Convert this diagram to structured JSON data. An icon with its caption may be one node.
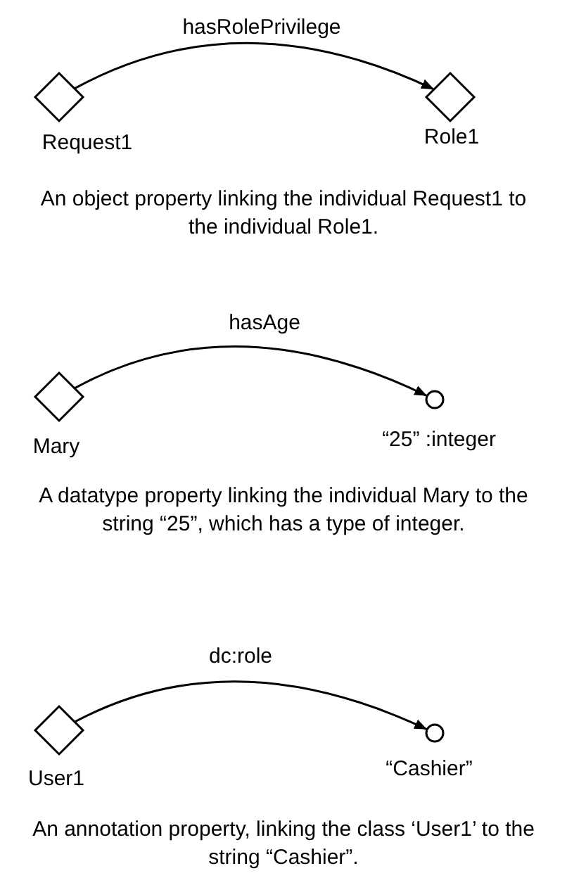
{
  "diagram": {
    "nodes": [
      {
        "text": [],
        "shape": "diamond",
        "beside": [
          "Request1"
        ]
      },
      {
        "text": [],
        "shape": "diamond",
        "beside": [
          "Role1"
        ]
      },
      {
        "text": [],
        "shape": "diamond",
        "beside": [
          "Mary"
        ]
      },
      {
        "text": [],
        "shape": "circle",
        "beside": [
          "“25” :integer"
        ]
      },
      {
        "text": [],
        "shape": "diamond",
        "beside": [
          "User1"
        ]
      },
      {
        "text": [],
        "shape": "circle",
        "beside": [
          "“Cashier”"
        ]
      }
    ],
    "edges": [
      {
        "from": 0,
        "to": 1,
        "arrow": "to",
        "label": "hasRolePrivilege"
      },
      {
        "from": 2,
        "to": 3,
        "arrow": "to",
        "label": "hasAge"
      },
      {
        "from": 4,
        "to": 5,
        "arrow": "to",
        "label": "dc:role"
      }
    ],
    "labels": [
      "An object property linking the individual Request1 to the individual Role1.",
      "A datatype property linking the individual Mary to the string “25”, which has a type of integer.",
      "An annotation property, linking the class ‘User1’ to the string “Cashier”."
    ]
  }
}
